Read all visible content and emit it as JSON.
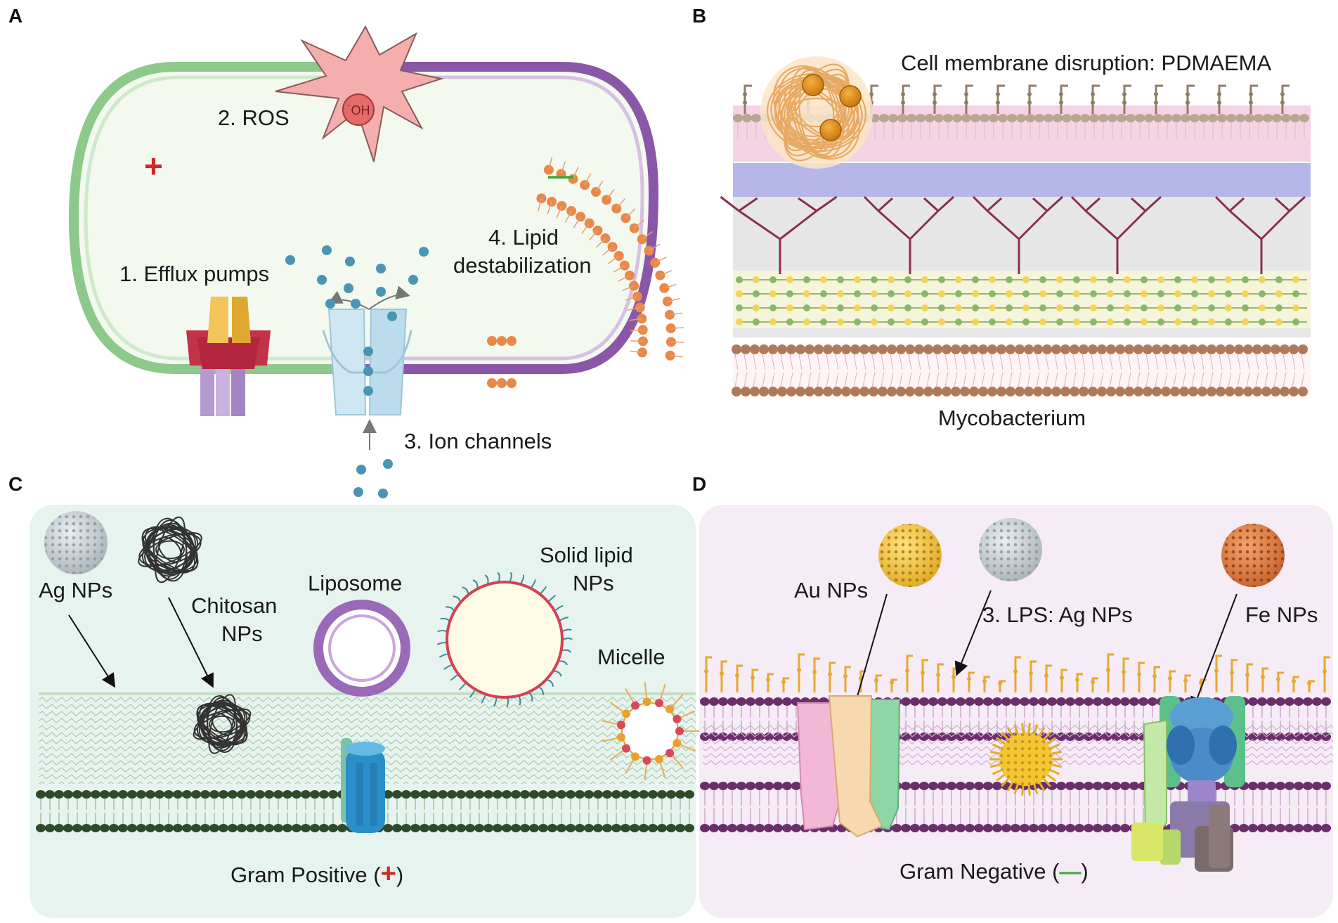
{
  "panels": {
    "a": {
      "letter": "A",
      "ros_label": "2. ROS",
      "oh_label": "˙OH",
      "plus_sign": "+",
      "minus_sign": "—",
      "efflux_label": "1.  Efflux pumps",
      "lipid_label_1": "4. Lipid",
      "lipid_label_2": "destabilization",
      "ion_label": "3. Ion channels"
    },
    "b": {
      "letter": "B",
      "title": "Cell membrane disruption: PDMAEMA",
      "caption": "Mycobacterium"
    },
    "c": {
      "letter": "C",
      "ag_label": "Ag NPs",
      "chitosan_label_1": "Chitosan",
      "chitosan_label_2": "NPs",
      "liposome_label": "Liposome",
      "sln_label_1": "Solid lipid",
      "sln_label_2": "NPs",
      "micelle_label": "Micelle",
      "caption": "Gram Positive (",
      "caption_sign": "+",
      "caption_close": ")"
    },
    "d": {
      "letter": "D",
      "au_label": "Au NPs",
      "lps_label": "3. LPS: Ag NPs",
      "fe_label": "Fe NPs",
      "caption": "Gram Negative (",
      "caption_sign": "—",
      "caption_close": ")"
    }
  },
  "colors": {
    "green_membrane": "#7dc07a",
    "purple_membrane": "#7b4a9a",
    "ros_star": "#f2a6a6",
    "ion_dot": "#4a95b5",
    "lipid_orange": "#e8894a",
    "panel_c_bg": "#e6f3ee",
    "panel_d_bg": "#f5ecf5",
    "plus_red": "#d0282a",
    "minus_green": "#3aa63a"
  }
}
